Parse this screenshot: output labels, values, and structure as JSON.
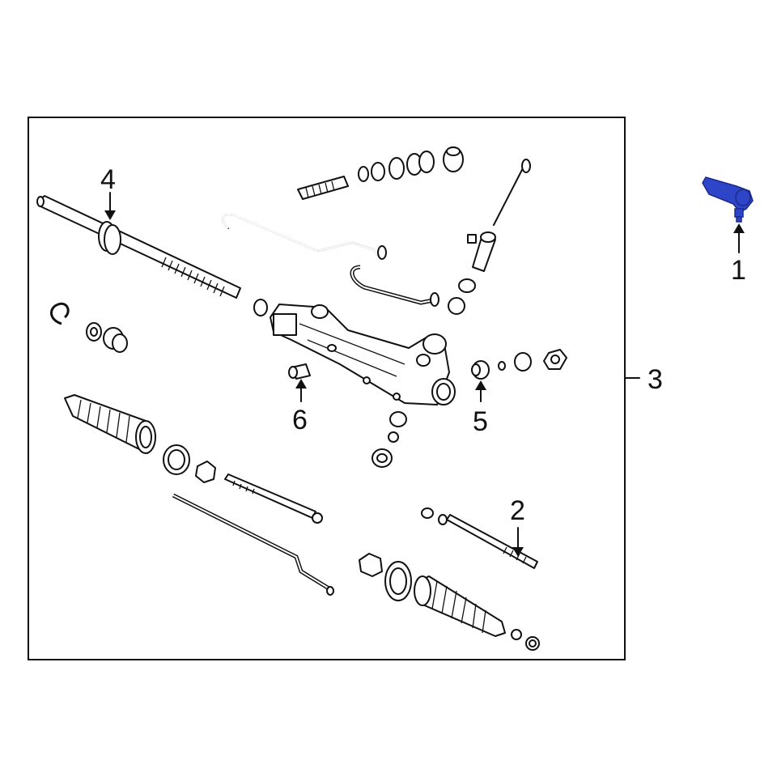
{
  "callouts": {
    "c1": "1",
    "c2": "2",
    "c3": "3",
    "c4": "4",
    "c5": "5",
    "c6": "6"
  },
  "colors": {
    "highlight_part": "#2f45c8",
    "line": "#111111",
    "background": "#ffffff"
  }
}
